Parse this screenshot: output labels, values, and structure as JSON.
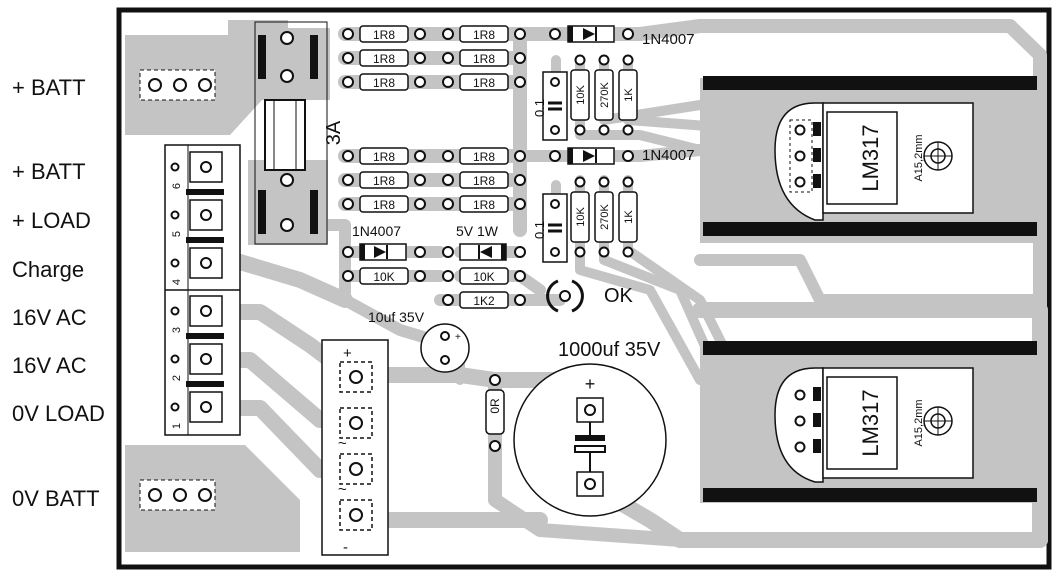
{
  "side_labels": [
    "+ BATT",
    "+ BATT",
    "+ LOAD",
    "Charge",
    "16V AC",
    "16V AC",
    "0V LOAD",
    "0V BATT"
  ],
  "resistors": [
    "1R8",
    "1R8",
    "1R8",
    "1R8",
    "1R8",
    "1R8",
    "1R8",
    "1R8",
    "1R8",
    "1R8",
    "1R8",
    "1R8",
    "10K",
    "10K",
    "1K2",
    "0R"
  ],
  "divider_top": [
    "10K",
    "270K",
    "1K"
  ],
  "divider_bottom": [
    "10K",
    "270K",
    "1K"
  ],
  "labels": {
    "fuse": "3A",
    "diode_top": "1N4007",
    "diode_mid": "1N4007",
    "diode_low": "1N4007",
    "zener": "5V 1W",
    "cap_top": "0.1",
    "cap_bottom": "0.1",
    "led": "OK",
    "cap_small": "10uf 35V",
    "cap_big": "1000uf 35V",
    "reg_top": "LM317",
    "reg_bottom": "LM317",
    "heatsink_top": "A15,2mm",
    "heatsink_bottom": "A15,2mm",
    "pin_numbers": [
      "6",
      "5",
      "4",
      "3",
      "2",
      "1"
    ],
    "plus": "+",
    "minus": "-",
    "tilde": "~"
  },
  "colors": {
    "trace": "#c4c4c4",
    "pad": "#ffffff",
    "silk": "#111111",
    "background": "#ffffff"
  }
}
